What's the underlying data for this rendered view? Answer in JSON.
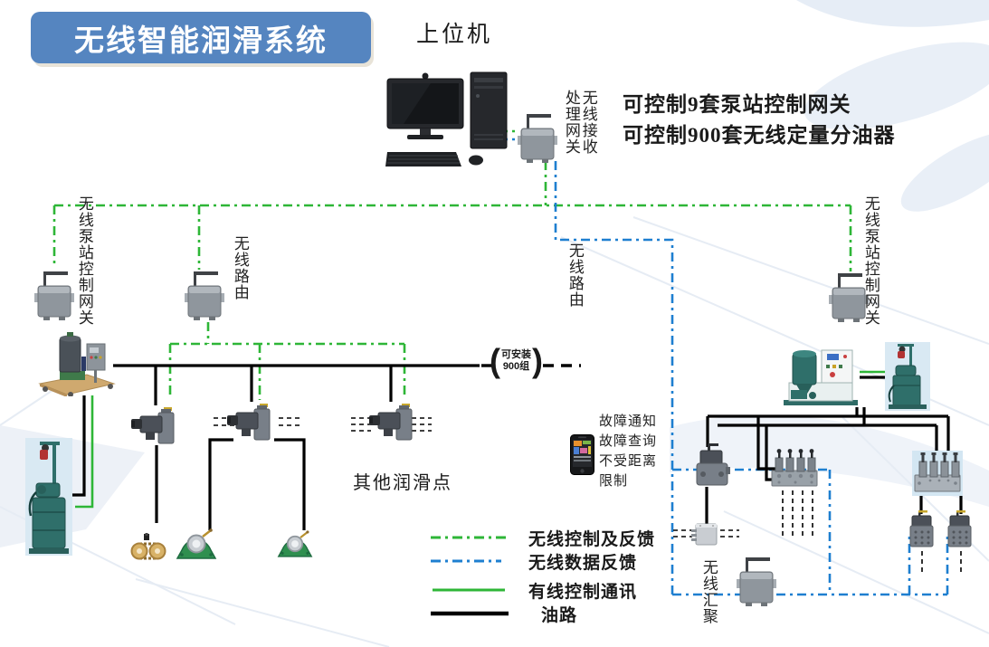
{
  "title": "无线智能润滑系统",
  "host_label": "上位机",
  "receiver_gateway": {
    "label_col_right": "无线接收",
    "label_col_left": "处理网关"
  },
  "capacity_line1": "可控制9套泵站控制网关",
  "capacity_line2": "可控制900套无线定量分油器",
  "left_pump_gateway_label": "无线泵站控制网关",
  "right_pump_gateway_label": "无线泵站控制网关",
  "router_left_label": "无线路由",
  "router_right_label": "无线路由",
  "aggregator_label": "无线汇聚",
  "other_lube_points_label": "其他润滑点",
  "expandable_note": {
    "line1": "可安装",
    "line2": "900组"
  },
  "phone_features": [
    "故障通知",
    "故障查询",
    "不受距离",
    "限制"
  ],
  "legend": [
    {
      "label": "无线控制及反馈",
      "style": "green-dashdot",
      "color": "#2eb637"
    },
    {
      "label": "无线数据反馈",
      "style": "blue-dashdot",
      "color": "#1e7fd0"
    },
    {
      "label": "有线控制通讯",
      "style": "green-solid",
      "color": "#2eb637"
    },
    {
      "label": "油路",
      "style": "black-solid",
      "color": "#000000"
    }
  ],
  "colors": {
    "banner_blue": "#5585c0",
    "wireless_control_green": "#2eb637",
    "wireless_data_blue": "#1e7fd0",
    "oil_line_black": "#000000"
  }
}
